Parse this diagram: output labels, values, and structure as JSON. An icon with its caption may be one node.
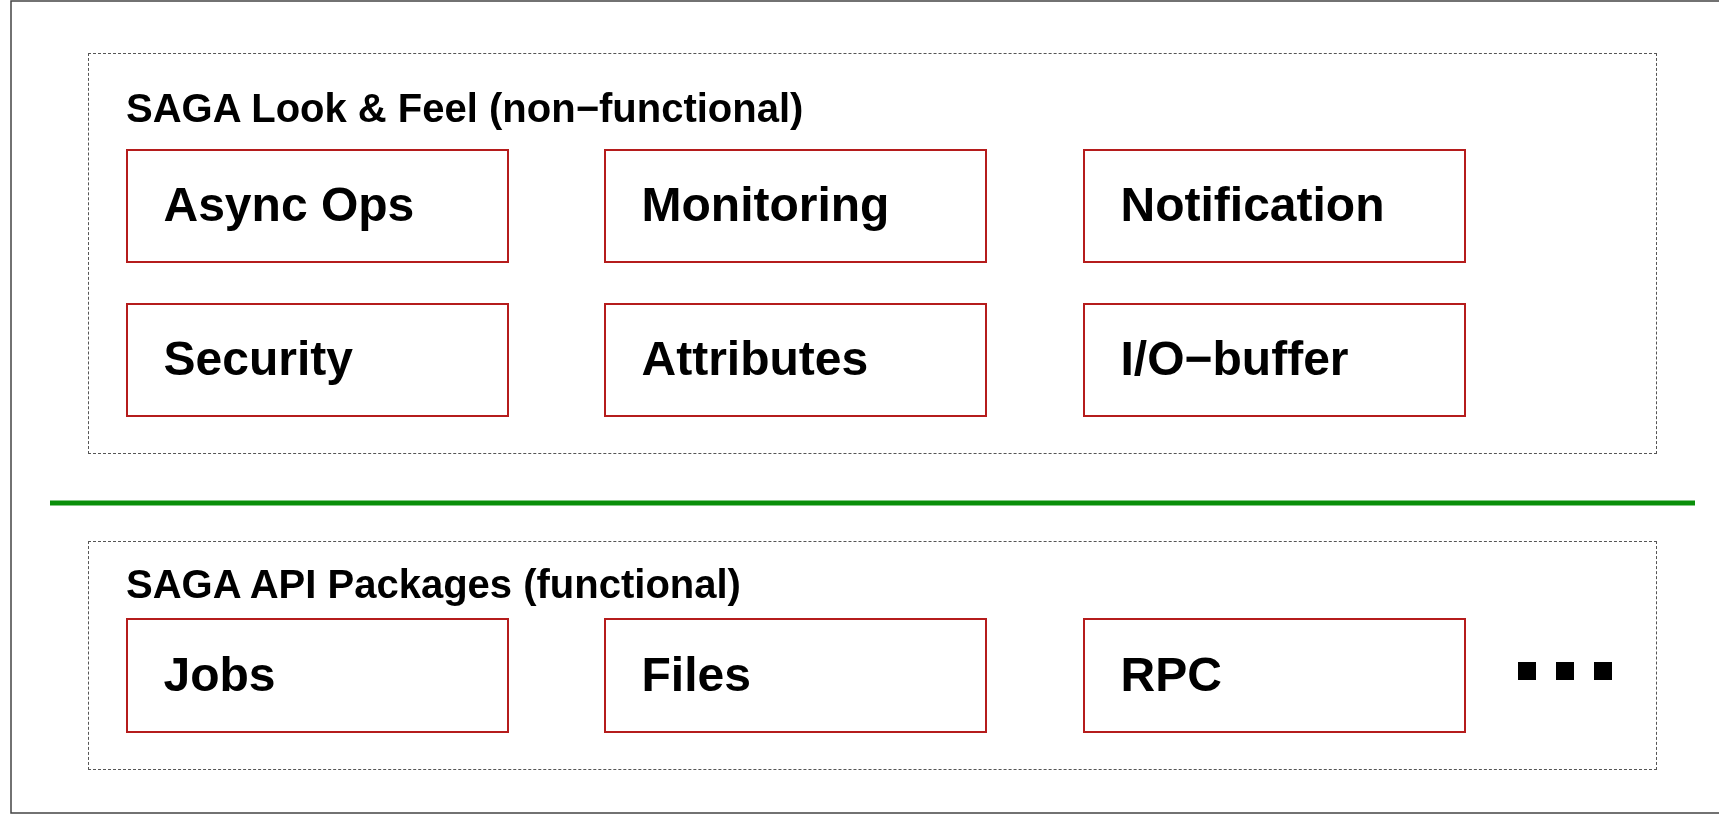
{
  "diagram": {
    "nodes": [
      {
        "text": [
          "SAGA Look & Feel (non−functional)"
        ]
      },
      {
        "text": [
          "Async Ops"
        ],
        "in": 0
      },
      {
        "text": [
          "Monitoring"
        ],
        "in": 0
      },
      {
        "text": [
          "Notification"
        ],
        "in": 0
      },
      {
        "text": [
          "Security"
        ],
        "in": 0
      },
      {
        "text": [
          "Attributes"
        ],
        "in": 0
      },
      {
        "text": [
          "I/O−buffer"
        ],
        "in": 0
      },
      {
        "text": [
          "SAGA API Packages (functional)"
        ]
      },
      {
        "text": [
          "Jobs"
        ],
        "in": 7
      },
      {
        "text": [
          "Files"
        ],
        "in": 7
      },
      {
        "text": [
          "RPC"
        ],
        "in": 7
      }
    ]
  }
}
